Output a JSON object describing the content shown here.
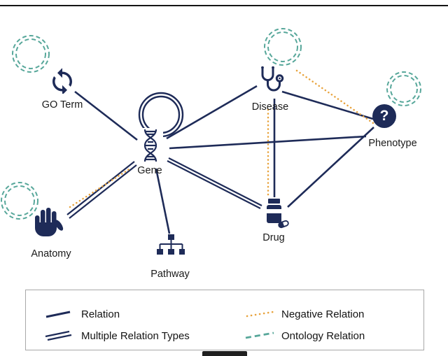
{
  "colors": {
    "navy": "#1e2b58",
    "teal": "#57a79a",
    "orange": "#e8a33d",
    "ink": "#1a1a1a"
  },
  "nodes": {
    "go_term": {
      "label": "GO Term"
    },
    "gene": {
      "label": "Gene"
    },
    "disease": {
      "label": "Disease"
    },
    "phenotype": {
      "label": "Phenotype",
      "icon_glyph": "?"
    },
    "anatomy": {
      "label": "Anatomy"
    },
    "pathway": {
      "label": "Pathway"
    },
    "drug": {
      "label": "Drug"
    }
  },
  "legend": {
    "relation": "Relation",
    "multiple": "Multiple Relation Types",
    "negative": "Negative Relation",
    "ontology": "Ontology Relation"
  },
  "edges": [
    {
      "from": "GO Term",
      "to": "Gene",
      "type": "relation"
    },
    {
      "from": "Gene",
      "to": "Disease",
      "type": "relation"
    },
    {
      "from": "Gene",
      "to": "Phenotype",
      "type": "relation"
    },
    {
      "from": "Gene",
      "to": "Pathway",
      "type": "relation"
    },
    {
      "from": "Disease",
      "to": "Phenotype",
      "type": "relation"
    },
    {
      "from": "Disease",
      "to": "Drug",
      "type": "relation"
    },
    {
      "from": "Drug",
      "to": "Phenotype",
      "type": "relation"
    },
    {
      "from": "Gene",
      "to": "Anatomy",
      "type": "multiple-relation-types"
    },
    {
      "from": "Gene",
      "to": "Drug",
      "type": "multiple-relation-types"
    },
    {
      "from": "Gene",
      "to": "Gene",
      "type": "multiple-relation-types-self-loop"
    },
    {
      "from": "Anatomy",
      "to": "Gene",
      "type": "negative-relation"
    },
    {
      "from": "Disease",
      "to": "Drug",
      "type": "negative-relation"
    },
    {
      "from": "Disease",
      "to": "Phenotype",
      "type": "negative-relation"
    },
    {
      "from": "GO Term",
      "to": "GO Term",
      "type": "ontology-relation"
    },
    {
      "from": "Disease",
      "to": "Disease",
      "type": "ontology-relation"
    },
    {
      "from": "Phenotype",
      "to": "Phenotype",
      "type": "ontology-relation"
    },
    {
      "from": "Anatomy",
      "to": "Anatomy",
      "type": "ontology-relation"
    }
  ]
}
